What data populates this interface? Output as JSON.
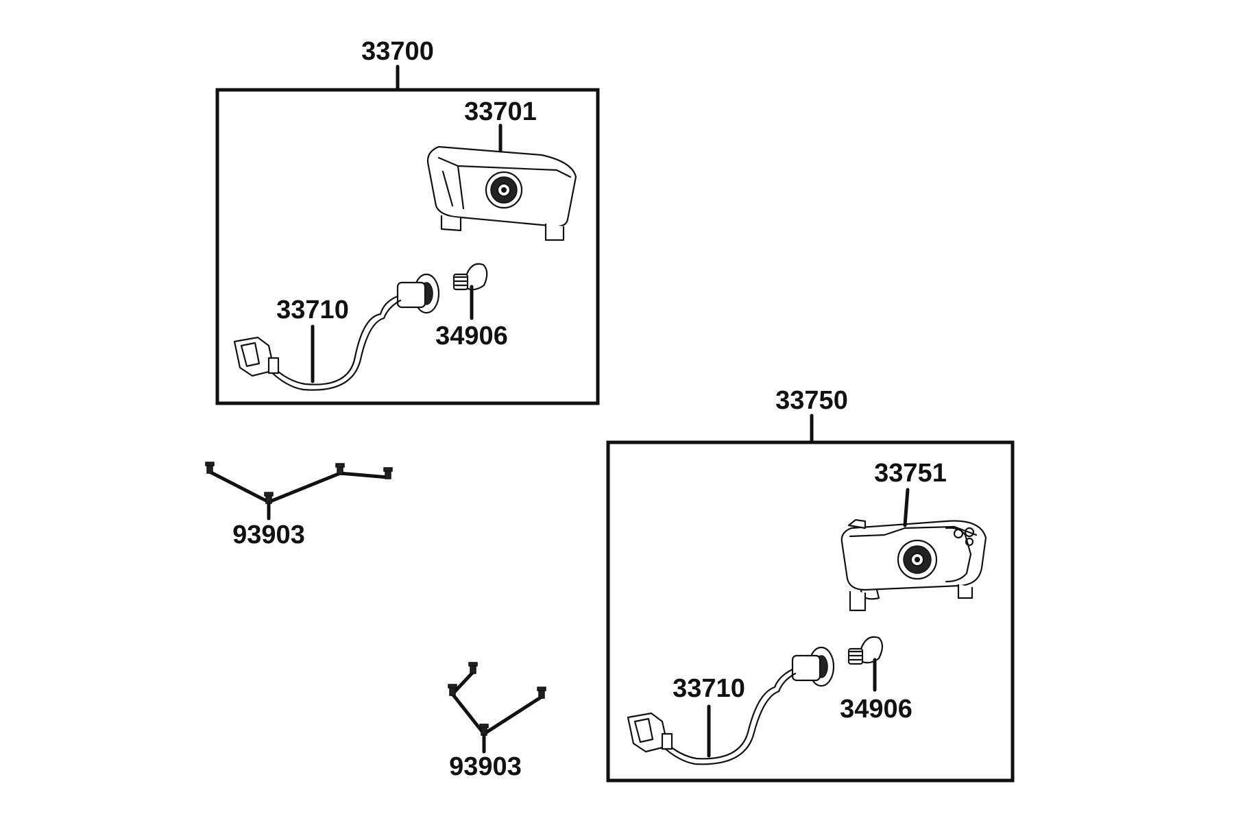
{
  "diagram": {
    "assembly_left": {
      "assembly_number": "33700",
      "lens_number": "33701",
      "harness_number": "33710",
      "bulb_number": "34906"
    },
    "assembly_right": {
      "assembly_number": "33750",
      "lens_number": "33751",
      "harness_number": "33710",
      "bulb_number": "34906"
    },
    "screw_set_upper": {
      "part_number": "93903"
    },
    "screw_set_lower": {
      "part_number": "93903"
    }
  },
  "colors": {
    "line": "#111111",
    "background": "#ffffff"
  }
}
